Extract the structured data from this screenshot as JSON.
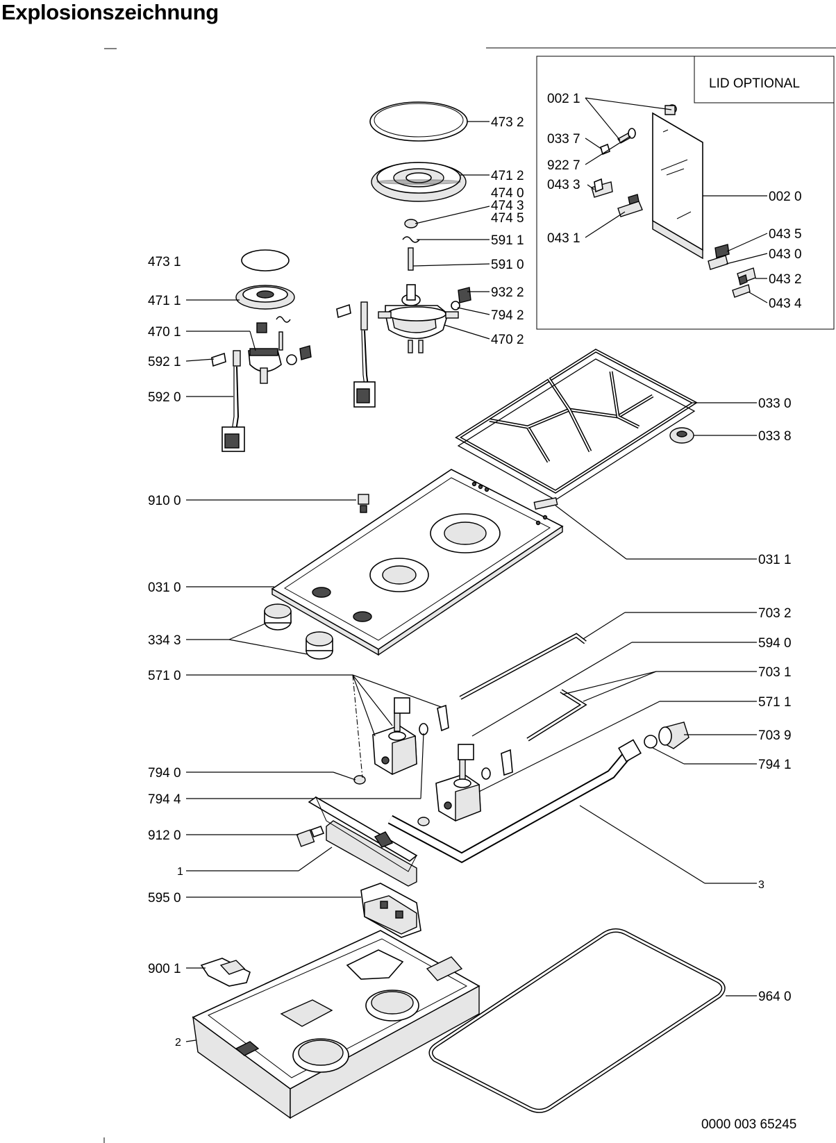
{
  "title": "Explosionszeichnung",
  "inset": {
    "caption": "LID OPTIONAL"
  },
  "drawing_number": "0000 003 65245",
  "part_labels": {
    "p4732": "473 2",
    "p4712": "471 2",
    "p4740": "474 0",
    "p4743": "474 3",
    "p4745": "474 5",
    "p5911": "591 1",
    "p5910": "591 0",
    "p4731": "473 1",
    "p4711": "471 1",
    "p9322": "932 2",
    "p7942": "794 2",
    "p4701": "470 1",
    "p4702": "470 2",
    "p5921": "592 1",
    "p5920": "592 0",
    "p0021": "002 1",
    "p0337": "033 7",
    "p9227": "922 7",
    "p0433": "043 3",
    "p0431": "043 1",
    "p0020": "002 0",
    "p0435": "043 5",
    "p0430": "043 0",
    "p0432": "043 2",
    "p0434": "043 4",
    "p0330": "033 0",
    "p0338": "033 8",
    "p9100": "910 0",
    "p0311": "031 1",
    "p0310": "031 0",
    "p7032": "703 2",
    "p3343": "334 3",
    "p5940": "594 0",
    "p5710": "571 0",
    "p7031": "703 1",
    "p5711": "571 1",
    "p7039": "703 9",
    "p7940": "794 0",
    "p7941": "794 1",
    "p7944": "794 4",
    "p9120": "912 0",
    "p1": "1",
    "p3": "3",
    "p5950": "595 0",
    "p9001": "900 1",
    "p9640": "964 0",
    "p2": "2"
  }
}
